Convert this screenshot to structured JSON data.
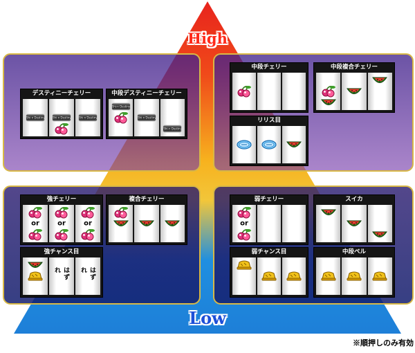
{
  "labels": {
    "high": "High",
    "low": "Low",
    "note": "※順押しのみ有効"
  },
  "colors": {
    "triangle_top": "#e8241c",
    "triangle_mid": "#f7b21e",
    "triangle_bottom": "#1f8fe0",
    "panel_border": "#d8b845",
    "panel_upper": "#5a2d98",
    "panel_lower": "#231f7a",
    "reel_frame": "#151515"
  },
  "logo_text": "Shi-n Destiny",
  "reels": [
    {
      "title": "デスティニーチェリー",
      "cells": [
        {
          "items": [
            {
              "sym": "logo-symbol",
              "pos": "mid"
            }
          ]
        },
        {
          "items": [
            {
              "sym": "logo-symbol",
              "pos": "mid"
            },
            {
              "sym": "cherry-icon",
              "pos": "bot"
            }
          ]
        },
        {
          "items": [
            {
              "sym": "logo-symbol",
              "pos": "mid"
            }
          ]
        }
      ]
    },
    {
      "title": "中段デスティニーチェリー",
      "cells": [
        {
          "items": [
            {
              "sym": "logo-symbol",
              "pos": "top"
            },
            {
              "sym": "cherry-icon",
              "pos": "mid"
            }
          ]
        },
        {
          "items": [
            {
              "sym": "logo-symbol",
              "pos": "mid"
            }
          ]
        },
        {
          "items": [
            {
              "sym": "logo-symbol",
              "pos": "bot"
            }
          ]
        }
      ]
    },
    {
      "title": "中段チェリー",
      "cells": [
        {
          "items": [
            {
              "sym": "cherry-icon",
              "pos": "mid"
            }
          ]
        },
        {
          "items": []
        },
        {
          "items": []
        }
      ]
    },
    {
      "title": "中段複合チェリー",
      "cells": [
        {
          "items": [
            {
              "sym": "cherry-icon",
              "pos": "mid"
            },
            {
              "sym": "watermelon-icon",
              "pos": "bot"
            }
          ]
        },
        {
          "items": [
            {
              "sym": "watermelon-icon",
              "pos": "mid"
            }
          ]
        },
        {
          "items": [
            {
              "sym": "watermelon-icon",
              "pos": "top"
            }
          ]
        }
      ]
    },
    {
      "title": "リリス目",
      "cells": [
        {
          "items": [
            {
              "sym": "replay-icon",
              "pos": "mid"
            }
          ]
        },
        {
          "items": [
            {
              "sym": "replay-icon",
              "pos": "mid"
            }
          ]
        },
        {
          "items": [
            {
              "sym": "watermelon-icon",
              "pos": "mid"
            }
          ]
        }
      ]
    },
    {
      "title": "強チェリー",
      "cells": [
        {
          "items": [
            {
              "sym": "cherry-icon",
              "pos": "top"
            },
            {
              "text": "or",
              "pos": "mid"
            },
            {
              "sym": "cherry-icon",
              "pos": "bot"
            }
          ]
        },
        {
          "items": [
            {
              "sym": "cherry-icon",
              "pos": "top"
            },
            {
              "text": "or",
              "pos": "mid"
            },
            {
              "sym": "cherry-icon",
              "pos": "bot"
            }
          ]
        },
        {
          "items": [
            {
              "sym": "cherry-icon",
              "pos": "top"
            },
            {
              "text": "or",
              "pos": "mid"
            },
            {
              "sym": "cherry-icon",
              "pos": "bot"
            }
          ]
        }
      ]
    },
    {
      "title": "複合チェリー",
      "cells": [
        {
          "items": [
            {
              "sym": "cherry-icon",
              "pos": "top"
            },
            {
              "sym": "watermelon-icon",
              "pos": "mid"
            }
          ]
        },
        {
          "items": [
            {
              "sym": "watermelon-icon",
              "pos": "mid"
            }
          ]
        },
        {
          "items": [
            {
              "sym": "watermelon-icon",
              "pos": "mid"
            }
          ]
        }
      ]
    },
    {
      "title": "強チャンス目",
      "cells": [
        {
          "items": [
            {
              "sym": "watermelon-icon",
              "pos": "top"
            },
            {
              "sym": "bell-icon",
              "pos": "mid"
            }
          ]
        },
        {
          "items": [
            {
              "vtext": "はずれ"
            }
          ]
        },
        {
          "items": [
            {
              "vtext": "はずれ"
            }
          ]
        }
      ]
    },
    {
      "title": "弱チェリー",
      "cells": [
        {
          "items": [
            {
              "sym": "cherry-icon",
              "pos": "top"
            },
            {
              "text": "or",
              "pos": "mid"
            },
            {
              "sym": "cherry-icon",
              "pos": "bot"
            }
          ]
        },
        {
          "items": []
        },
        {
          "items": []
        }
      ]
    },
    {
      "title": "スイカ",
      "cells": [
        {
          "items": [
            {
              "sym": "watermelon-icon",
              "pos": "top"
            }
          ]
        },
        {
          "items": [
            {
              "sym": "watermelon-icon",
              "pos": "mid"
            }
          ]
        },
        {
          "items": [
            {
              "sym": "watermelon-icon",
              "pos": "bot"
            }
          ]
        }
      ]
    },
    {
      "title": "弱チャンス目",
      "cells": [
        {
          "items": [
            {
              "sym": "bell-icon",
              "pos": "top"
            }
          ]
        },
        {
          "items": [
            {
              "sym": "bell-icon",
              "pos": "mid"
            }
          ]
        },
        {
          "items": [
            {
              "sym": "bell-icon",
              "pos": "mid"
            }
          ]
        }
      ]
    },
    {
      "title": "中段ベル",
      "cells": [
        {
          "items": [
            {
              "sym": "bell-icon",
              "pos": "mid"
            }
          ]
        },
        {
          "items": [
            {
              "sym": "bell-icon",
              "pos": "mid"
            }
          ]
        },
        {
          "items": [
            {
              "sym": "bell-icon",
              "pos": "mid"
            }
          ]
        }
      ]
    }
  ]
}
